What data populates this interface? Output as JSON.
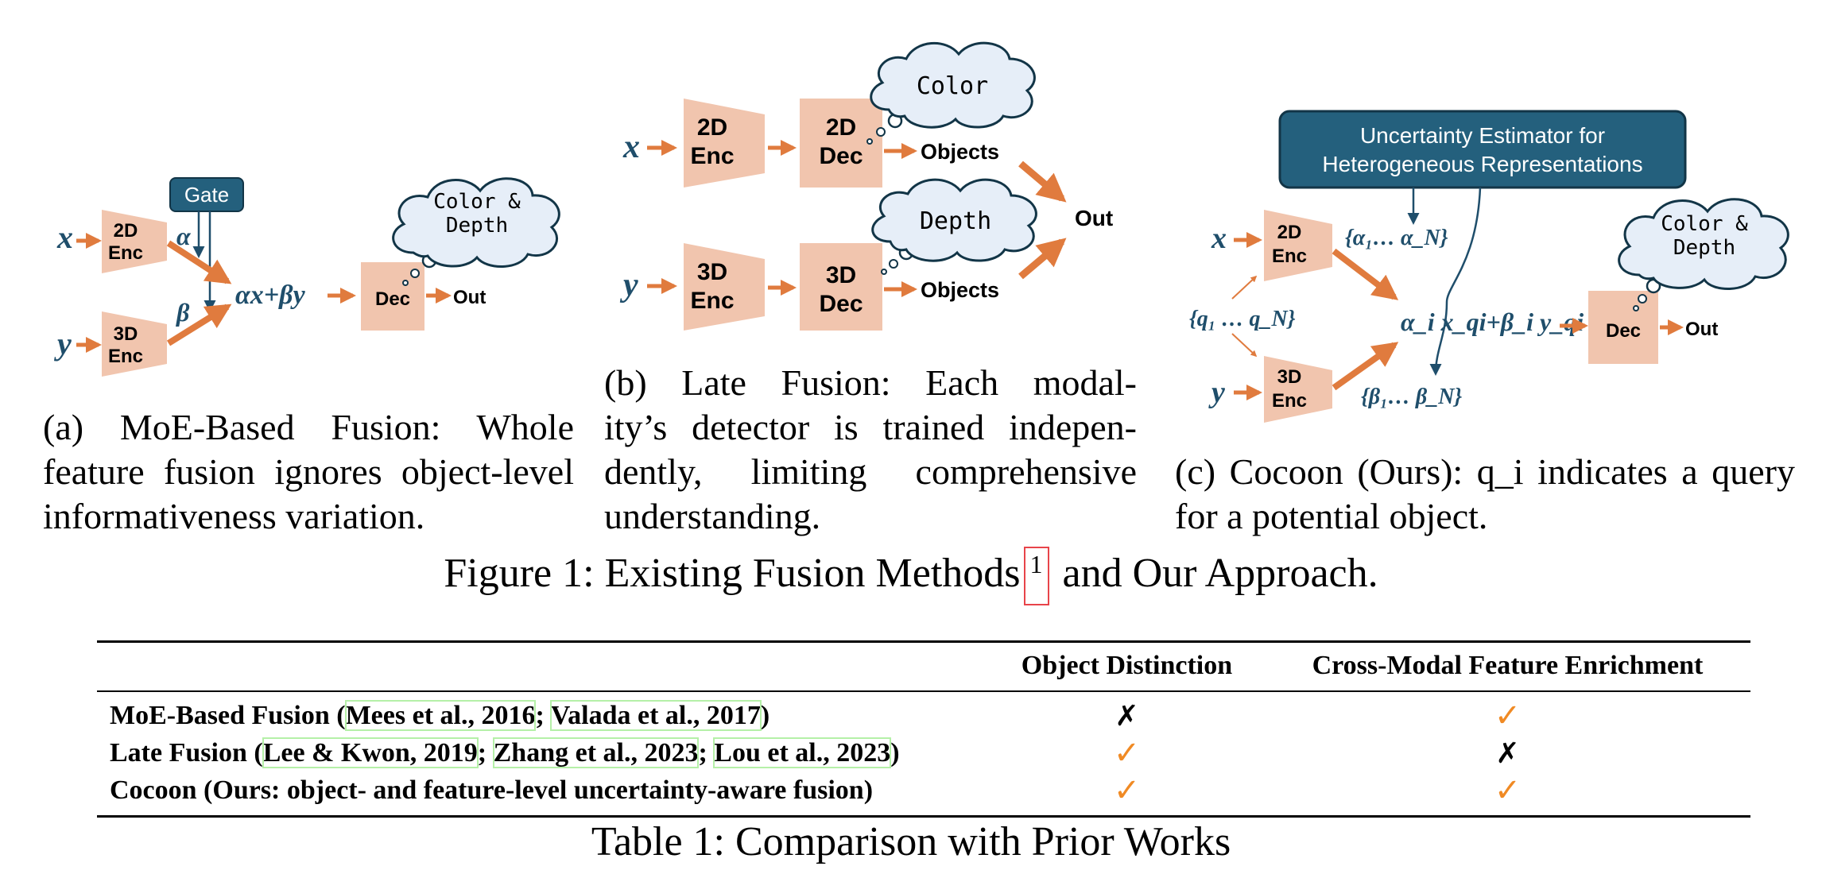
{
  "colors": {
    "enc_fill": "#f1c5ae",
    "arrow": "#e07b3e",
    "ink": "#1f4e6b",
    "banner": "#24607d",
    "cloud_fill": "#e6eef8",
    "check": "#f08a24",
    "cite_box": "#b5f0a8",
    "ref_box": "#e8444a"
  },
  "panel_a": {
    "x": "x",
    "y": "y",
    "enc2d": [
      "2D",
      "Enc"
    ],
    "enc3d": [
      "3D",
      "Enc"
    ],
    "gate": "Gate",
    "alpha": "α",
    "beta": "β",
    "combo": "αx+βy",
    "dec": "Dec",
    "out": "Out",
    "cloud": [
      "Color &",
      "Depth"
    ],
    "caption": [
      "(a) MoE-Based Fusion: Whole",
      "feature fusion ignores object-level",
      "informativeness variation."
    ]
  },
  "panel_b": {
    "x": "x",
    "y": "y",
    "enc2d": [
      "2D",
      "Enc"
    ],
    "dec2d": [
      "2D",
      "Dec"
    ],
    "enc3d": [
      "3D",
      "Enc"
    ],
    "dec3d": [
      "3D",
      "Dec"
    ],
    "objects_top": "Objects",
    "objects_bottom": "Objects",
    "cloud_top": "Color",
    "cloud_bottom": "Depth",
    "out": "Out",
    "caption": [
      "(b) Late Fusion: Each modal-",
      "ity’s detector is trained indepen-",
      "dently, limiting comprehensive",
      "understanding."
    ]
  },
  "panel_c": {
    "banner": [
      "Uncertainty Estimator for",
      "Heterogeneous Representations"
    ],
    "x": "x",
    "y": "y",
    "enc2d": [
      "2D",
      "Enc"
    ],
    "enc3d": [
      "3D",
      "Enc"
    ],
    "alphas": "{α₁… α_N}",
    "betas": "{β₁… β_N}",
    "queries": "{q₁ … q_N}",
    "combo": "α_i x_qi+β_i y_qi",
    "dec": "Dec",
    "out": "Out",
    "cloud": [
      "Color &",
      "Depth"
    ],
    "caption": [
      "(c) Cocoon (Ours): q_i indicates a query",
      "for a potential object."
    ]
  },
  "figure_caption": {
    "text_before": "Figure 1: Existing Fusion Methods",
    "ref": "1",
    "text_after": " and Our Approach."
  },
  "table": {
    "headers": [
      "",
      "Object Distinction",
      "Cross-Modal Feature Enrichment"
    ],
    "rows": [
      {
        "method": "MoE-Based Fusion (",
        "cites": [
          "Mees et al., 2016",
          "Valada et al., 2017"
        ],
        "suffix": ")",
        "distinction": "✗",
        "enrichment": "✓"
      },
      {
        "method": "Late Fusion (",
        "cites": [
          "Lee & Kwon, 2019",
          "Zhang et al., 2023",
          "Lou et al., 2023"
        ],
        "suffix": ")",
        "distinction": "✓",
        "enrichment": "✗"
      },
      {
        "method": "Cocoon (Ours: object- and feature-level uncertainty-aware fusion)",
        "cites": [],
        "suffix": "",
        "distinction": "✓",
        "enrichment": "✓"
      }
    ],
    "caption": "Table 1: Comparison with Prior Works"
  }
}
